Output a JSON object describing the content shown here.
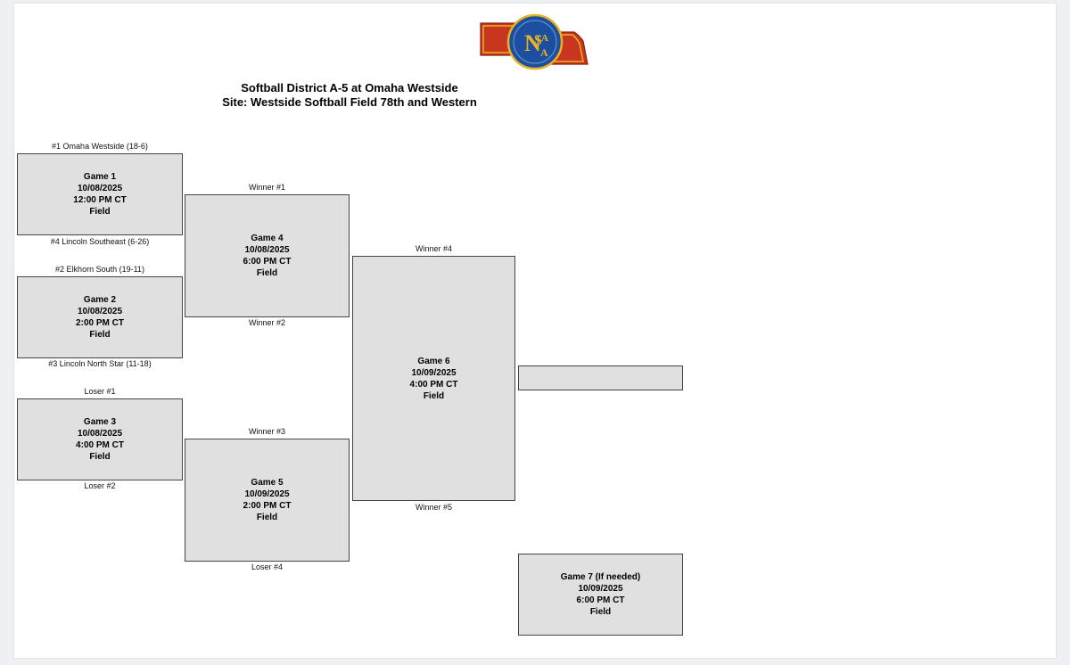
{
  "header": {
    "logo_text": "NSAA",
    "title_line1": "Softball District A-5 at Omaha Westside",
    "title_line2": "Site: Westside Softball Field 78th and Western"
  },
  "games": [
    {
      "name": "Game 1",
      "date": "10/08/2025",
      "time": "12:00 PM CT",
      "location": "Field",
      "top_label": "#1 Omaha Westside  (18-6)",
      "bottom_label": "#4 Lincoln Southeast  (6-26)"
    },
    {
      "name": "Game 2",
      "date": "10/08/2025",
      "time": "2:00 PM CT",
      "location": "Field",
      "top_label": "#2 Elkhorn South  (19-11)",
      "bottom_label": "#3 Lincoln North Star  (11-18)"
    },
    {
      "name": "Game 3",
      "date": "10/08/2025",
      "time": "4:00 PM CT",
      "location": "Field",
      "top_label": "Loser #1",
      "bottom_label": "Loser #2"
    },
    {
      "name": "Game 4",
      "date": "10/08/2025",
      "time": "6:00 PM CT",
      "location": "Field",
      "top_label": "Winner #1",
      "bottom_label": "Winner #2"
    },
    {
      "name": "Game 5",
      "date": "10/09/2025",
      "time": "2:00 PM CT",
      "location": "Field",
      "top_label": "Winner #3",
      "bottom_label": "Loser #4"
    },
    {
      "name": "Game 6",
      "date": "10/09/2025",
      "time": "4:00 PM CT",
      "location": "Field",
      "top_label": "Winner #4",
      "bottom_label": "Winner #5"
    },
    {
      "name": "Game 7 (If needed)",
      "date": "10/09/2025",
      "time": "6:00 PM CT",
      "location": "Field"
    }
  ],
  "colors": {
    "box_fill": "#e0e0e0",
    "logo_red": "#c8361f",
    "logo_blue": "#1d4fa0",
    "logo_gold": "#e6b422"
  }
}
